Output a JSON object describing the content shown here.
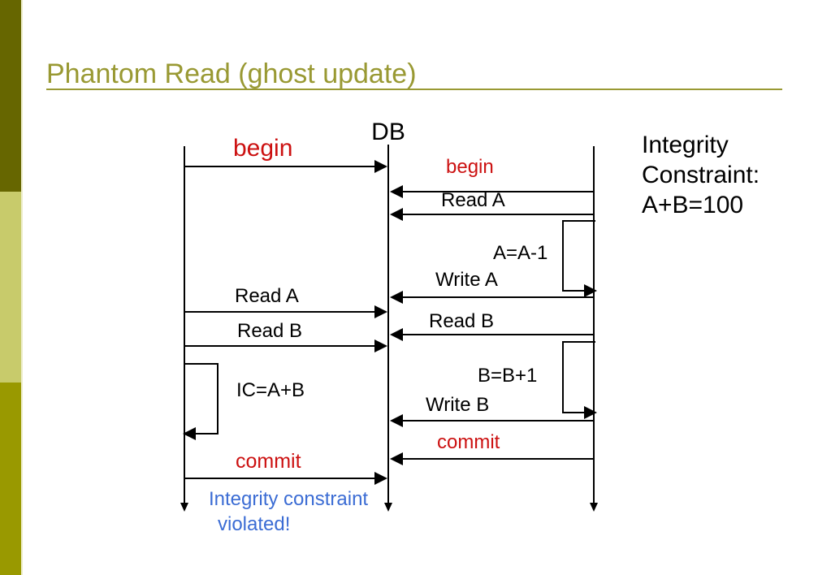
{
  "theme": {
    "background": "#ffffff",
    "sidebar_dark": "#666600",
    "sidebar_light": "#c8cb6b",
    "sidebar_medium": "#999900",
    "title_color": "#999933",
    "red": "#cc1111",
    "blue": "#3b6cd4",
    "line_color": "#000000"
  },
  "title": {
    "text": "Phantom Read (ghost update)"
  },
  "diagram": {
    "lifelines": [
      {
        "name": "left-transaction",
        "label": ""
      },
      {
        "name": "db",
        "label": "DB"
      },
      {
        "name": "right-transaction",
        "label": ""
      }
    ],
    "messages": [
      {
        "label": "begin",
        "kind": "message",
        "from": "left-lifeline",
        "to": "db",
        "color": "red"
      },
      {
        "label": "begin",
        "kind": "message",
        "from": "right-lifeline",
        "to": "db",
        "color": "red"
      },
      {
        "label": "Read A",
        "kind": "message",
        "from": "right-lifeline",
        "to": "db",
        "color": "black"
      },
      {
        "label": "A=A-1",
        "kind": "self",
        "from": "right-lifeline",
        "to": "right-lifeline",
        "color": "black"
      },
      {
        "label": "Write A",
        "kind": "message",
        "from": "right-lifeline",
        "to": "db",
        "color": "black"
      },
      {
        "label": "Read A",
        "kind": "message",
        "from": "left-lifeline",
        "to": "db",
        "color": "black"
      },
      {
        "label": "Read B",
        "kind": "message",
        "from": "right-lifeline",
        "to": "db",
        "color": "black"
      },
      {
        "label": "Read B",
        "kind": "message",
        "from": "left-lifeline",
        "to": "db",
        "color": "black"
      },
      {
        "label": "IC=A+B",
        "kind": "self",
        "from": "left-lifeline",
        "to": "left-lifeline",
        "color": "black"
      },
      {
        "label": "B=B+1",
        "kind": "self",
        "from": "right-lifeline",
        "to": "right-lifeline",
        "color": "black"
      },
      {
        "label": "Write B",
        "kind": "message",
        "from": "right-lifeline",
        "to": "db",
        "color": "black"
      },
      {
        "label": "commit",
        "kind": "message",
        "from": "right-lifeline",
        "to": "db",
        "color": "red"
      },
      {
        "label": "commit",
        "kind": "message",
        "from": "left-lifeline",
        "to": "db",
        "color": "red"
      }
    ]
  },
  "side_note": {
    "lines": [
      "Integrity",
      "Constraint:",
      "A+B=100"
    ]
  },
  "violation_note": {
    "lines": [
      "Integrity constraint",
      "violated!"
    ]
  }
}
